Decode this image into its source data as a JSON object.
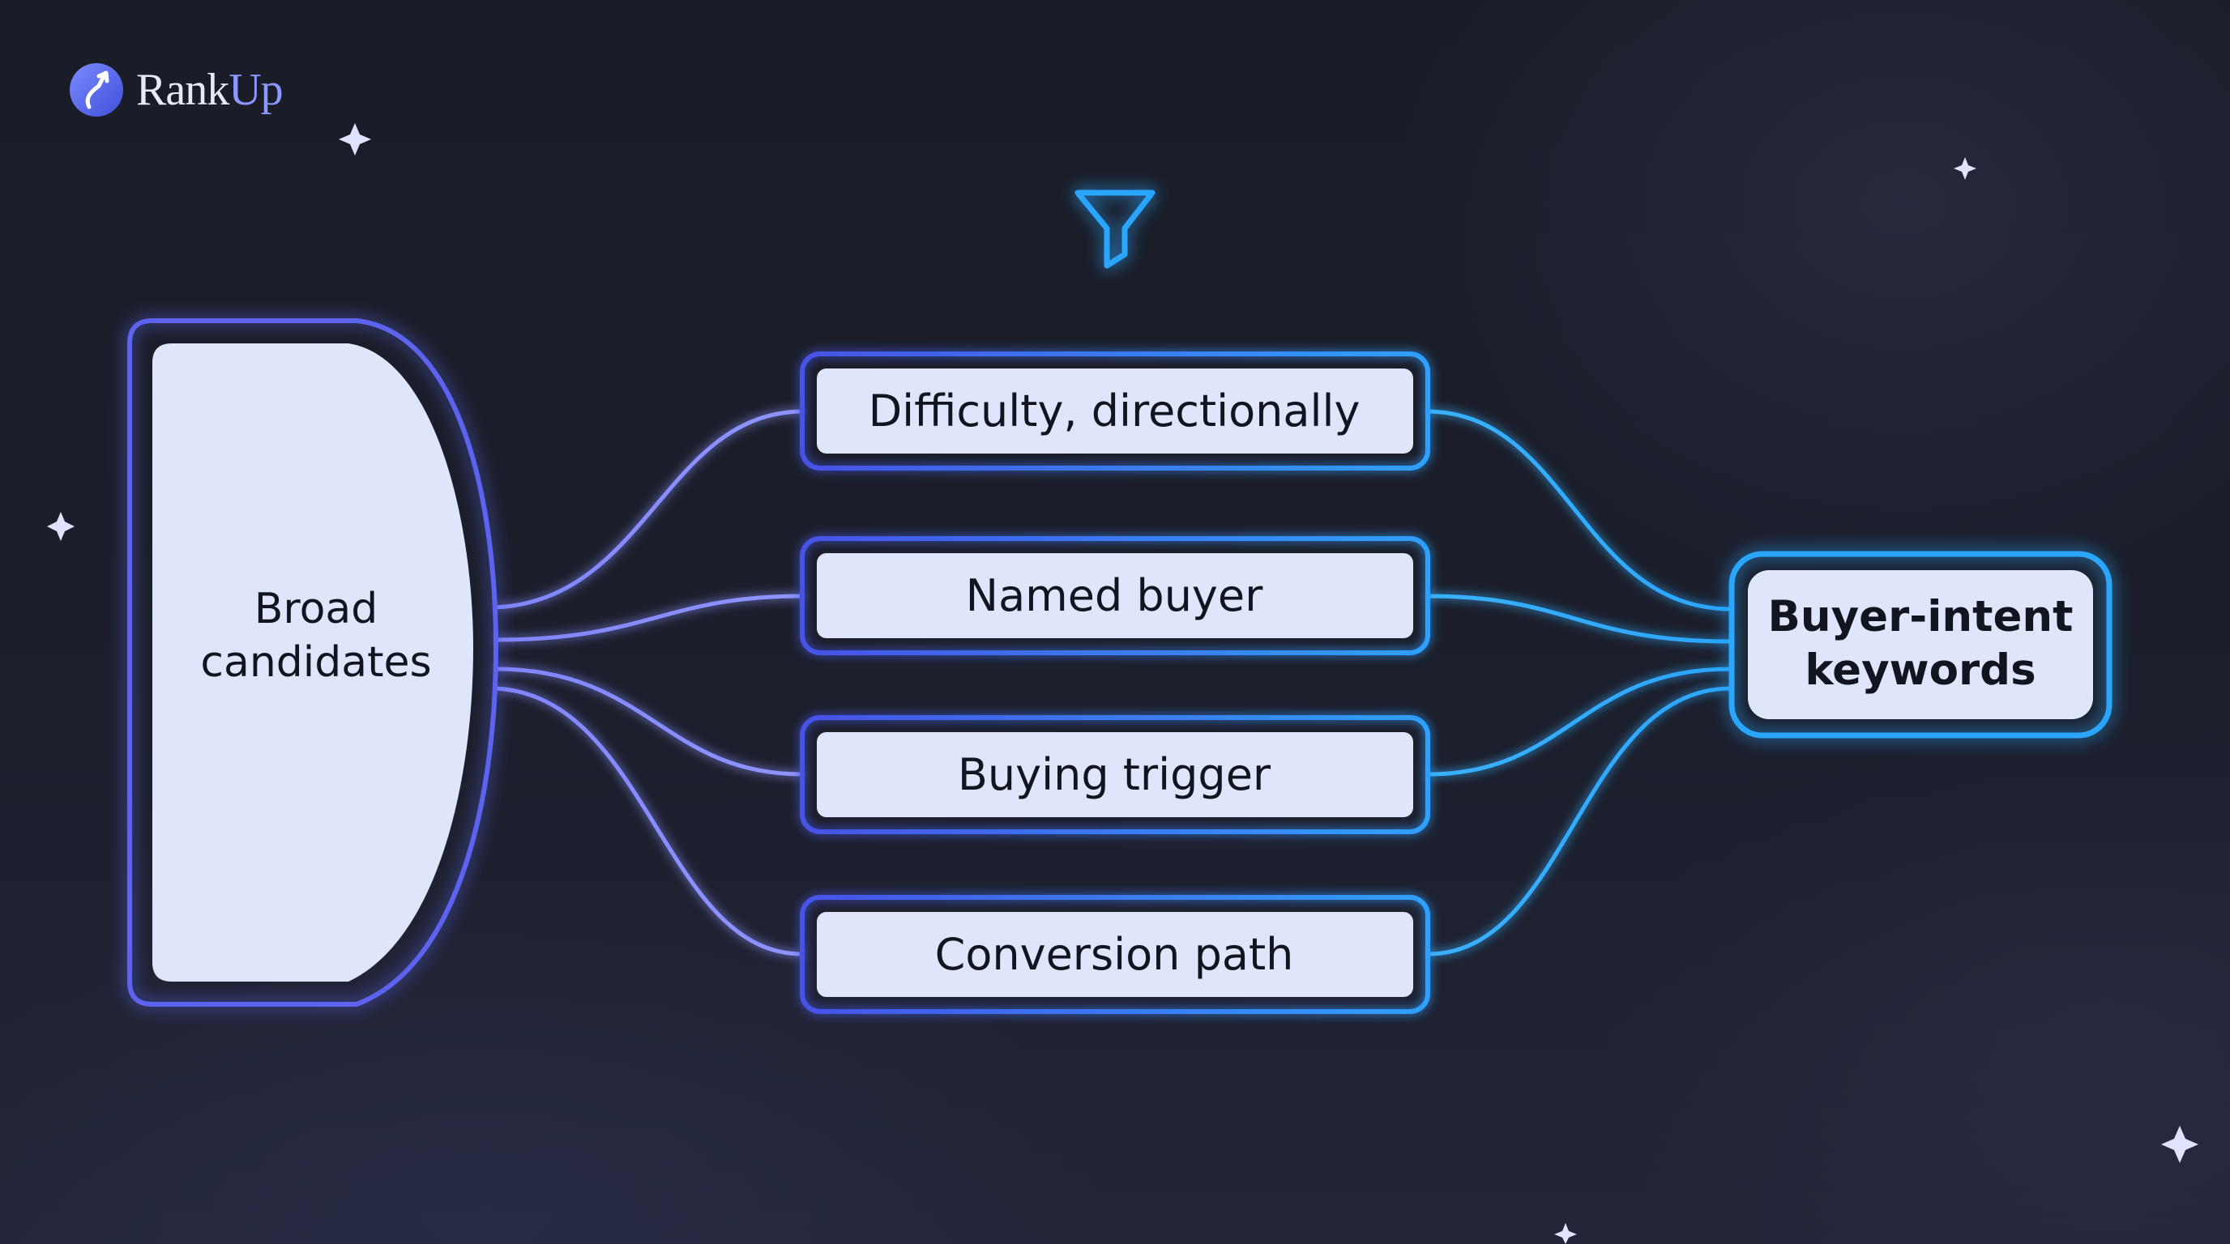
{
  "brand": {
    "name_part1": "Rank",
    "name_part2": "Up",
    "logo_icon": "rankup-logo-icon",
    "accent_color": "#8b98ff"
  },
  "header_icon": "funnel-icon",
  "source": {
    "label": "Broad candidates"
  },
  "filters": [
    {
      "label": "Difficulty, directionally"
    },
    {
      "label": "Named buyer"
    },
    {
      "label": "Buying trigger"
    },
    {
      "label": "Conversion path"
    }
  ],
  "result": {
    "label": "Buyer-intent keywords"
  },
  "colors": {
    "background": "#1b1e2b",
    "box_fill": "#dfe6fb",
    "source_border": "#5b63ee",
    "filter_border_left": "#4653e6",
    "filter_border_right": "#2fa0ff",
    "result_border": "#2ba6ff",
    "connector_left": "#8a91ff",
    "connector_right": "#35b0ff",
    "funnel": "#2aa6ff",
    "sparkle": "#dfe3ff"
  }
}
